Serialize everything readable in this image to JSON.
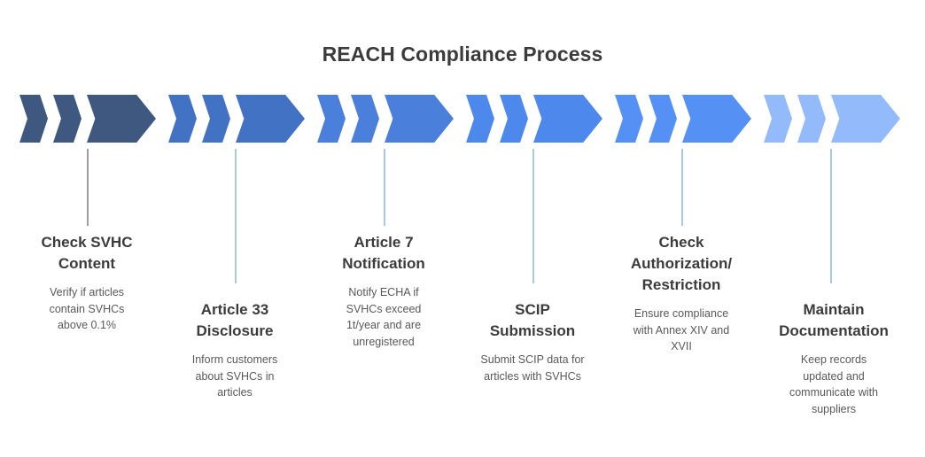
{
  "title": "REACH Compliance Process",
  "palette": {
    "title_color": "#3b3b3b",
    "label_color": "#3b3b3b",
    "desc_color": "#595959",
    "connector_gray": "#9e9e9e",
    "connector_blue": "#a9c6f5",
    "background": "#ffffff"
  },
  "chart_data": {
    "type": "diagram-process-chevron",
    "title": "REACH Compliance Process",
    "step_count": 6,
    "layout": "horizontal chevron arrows with alternating (staggered) text blocks below",
    "steps": [
      {
        "index": 1,
        "label": "Check SVHC Content",
        "label_lines": [
          "Check SVHC",
          "Content"
        ],
        "description": "Verify if articles contain SVHCs above 0.1%",
        "description_lines": [
          "Verify if articles",
          "contain SVHCs",
          "above 0.1%"
        ],
        "color": "#3f5880",
        "stagger": "high",
        "connector_color": "#9e9e9e"
      },
      {
        "index": 2,
        "label": "Article 33 Disclosure",
        "label_lines": [
          "Article 33",
          "Disclosure"
        ],
        "description": "Inform customers about SVHCs in articles",
        "description_lines": [
          "Inform customers",
          "about SVHCs in",
          "articles"
        ],
        "color": "#4272c4",
        "stagger": "low",
        "connector_color": "#a9c6f5"
      },
      {
        "index": 3,
        "label": "Article 7 Notification",
        "label_lines": [
          "Article 7",
          "Notification"
        ],
        "description": "Notify ECHA if SVHCs exceed 1t/year and are unregistered",
        "description_lines": [
          "Notify ECHA if",
          "SVHCs exceed",
          "1t/year and are",
          "unregistered"
        ],
        "color": "#4a7fdb",
        "stagger": "high",
        "connector_color": "#a9c6f5"
      },
      {
        "index": 4,
        "label": "SCIP Submission",
        "label_lines": [
          "SCIP",
          "Submission"
        ],
        "description": "Submit SCIP data for articles with SVHCs",
        "description_lines": [
          "Submit SCIP data for",
          "articles with SVHCs"
        ],
        "color": "#4d88ec",
        "stagger": "low",
        "connector_color": "#a9c6f5"
      },
      {
        "index": 5,
        "label": "Check Authorization/ Restriction",
        "label_lines": [
          "Check",
          "Authorization/",
          "Restriction"
        ],
        "description": "Ensure compliance with Annex XIV and XVII",
        "description_lines": [
          "Ensure compliance",
          "with Annex XIV and",
          "XVII"
        ],
        "color": "#5590f5",
        "stagger": "high",
        "connector_color": "#a9c6f5"
      },
      {
        "index": 6,
        "label": "Maintain Documentation",
        "label_lines": [
          "Maintain",
          "Documentation"
        ],
        "description": "Keep records updated and communicate with suppliers",
        "description_lines": [
          "Keep records",
          "updated and",
          "communicate with",
          "suppliers"
        ],
        "color": "#93bafb",
        "stagger": "low",
        "connector_color": "#a9c6f5"
      }
    ]
  }
}
